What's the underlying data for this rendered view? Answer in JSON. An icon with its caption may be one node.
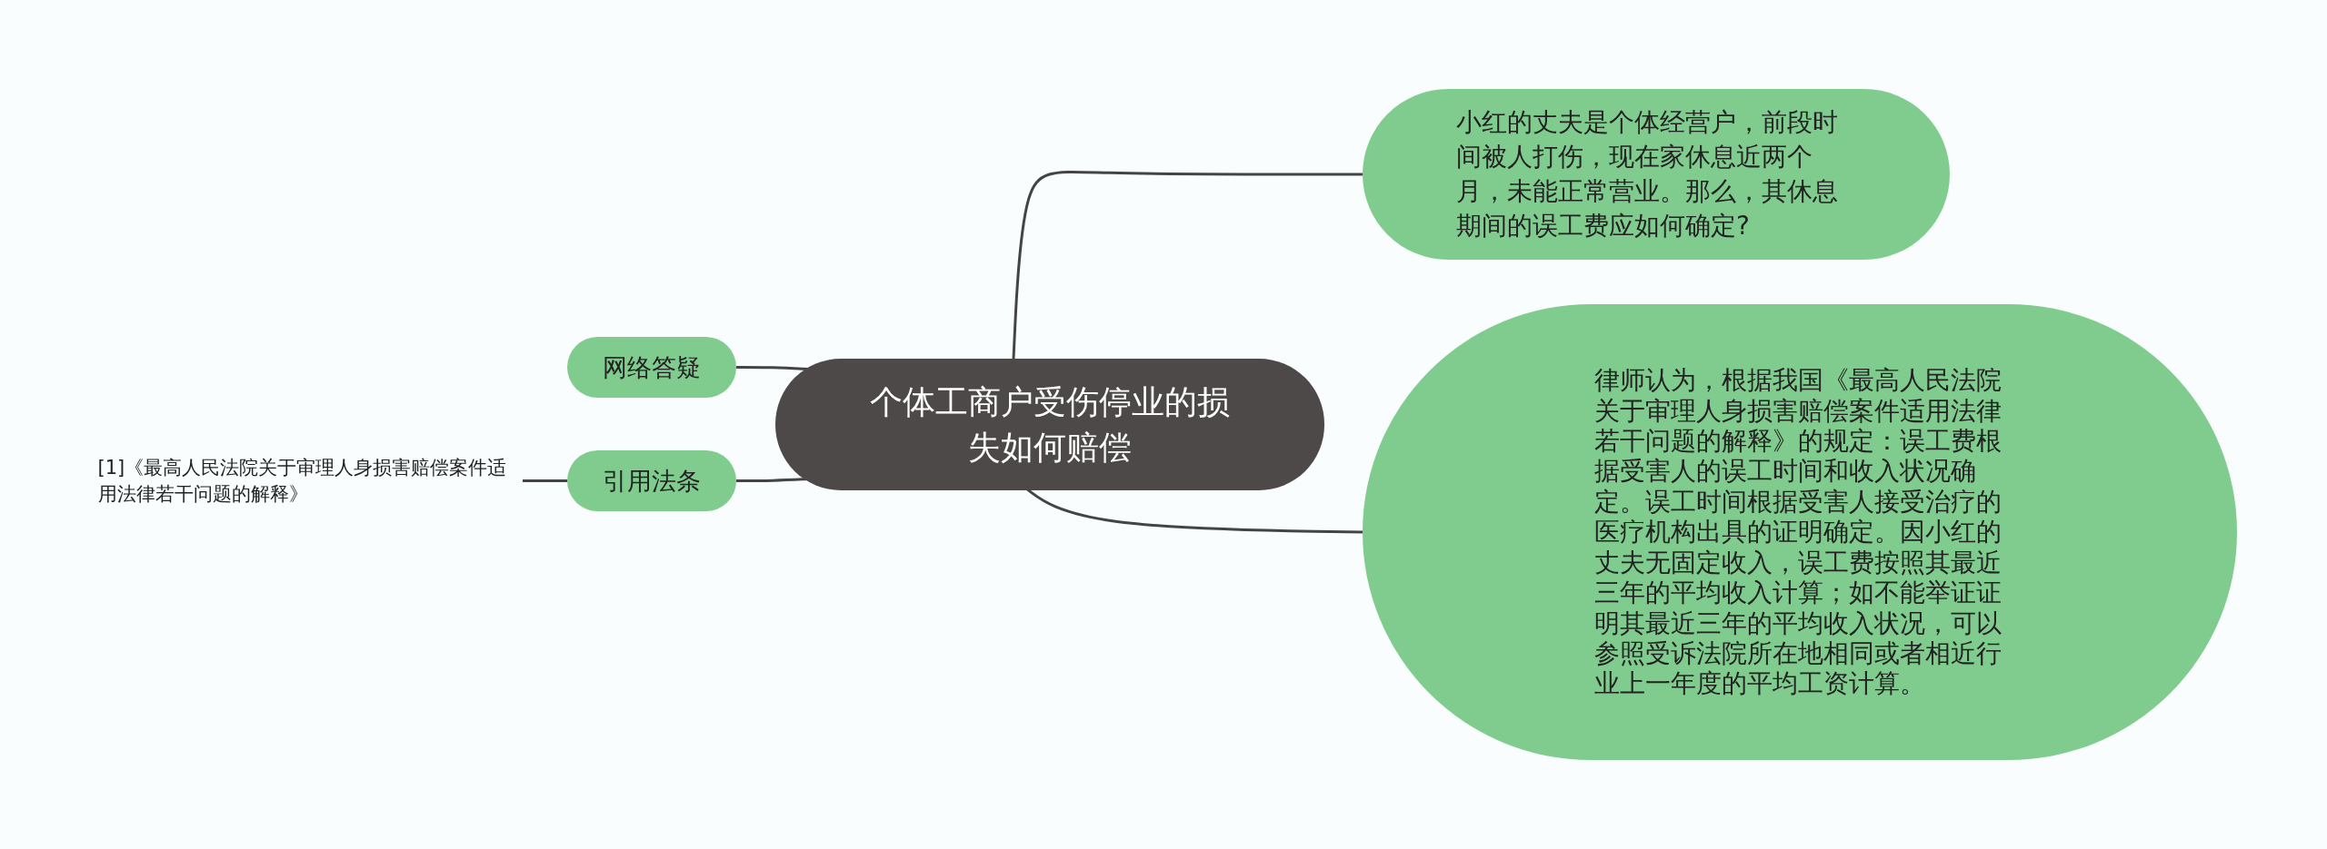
{
  "diagram": {
    "nodes": [
      {
        "text": [
          "个体工商户受伤停业的损失如何赔偿"
        ]
      },
      {
        "text": [
          "小红的丈夫是个体经营户，前段时间被人打伤，现在家休息近两个月，未能正常营业。那么，其休息期间的误工费应如何确定?"
        ]
      },
      {
        "text": [
          "律师认为，根据我国《最高人民法院关于审理人身损害赔偿案件适用法律若干问题的解释》的规定：误工费根据受害人的误工时间和收入状况确定。误工时间根据受害人接受治疗的医疗机构出具的证明确定。因小红的丈夫无固定收入，误工费按照其最近三年的平均收入计算；如不能举证证明其最近三年的平均收入状况，可以参照受诉法院所在地相同或者相近行业上一年度的平均工资计算。"
        ]
      },
      {
        "text": [
          "网络答疑"
        ]
      },
      {
        "text": [
          "引用法条"
        ]
      },
      {
        "text": [
          "[1]《最高人民法院关于审理人身损害赔偿案件适用法律若干问题的解释》"
        ]
      }
    ],
    "edges": [
      {
        "from": 0,
        "to": 1,
        "arrow": "none"
      },
      {
        "from": 0,
        "to": 2,
        "arrow": "none"
      },
      {
        "from": 0,
        "to": 3,
        "arrow": "none"
      },
      {
        "from": 0,
        "to": 4,
        "arrow": "none"
      },
      {
        "from": 4,
        "to": 5,
        "arrow": "none"
      }
    ]
  }
}
